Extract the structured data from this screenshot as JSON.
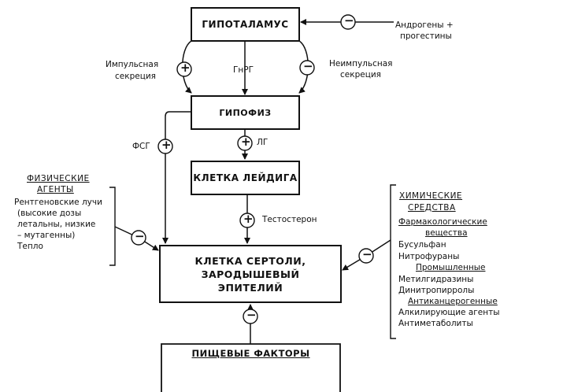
{
  "nodes": {
    "hypothalamus": "ГИПОТАЛАМУС",
    "pituitary": "ГИПОФИЗ",
    "leydig": "КЛЕТКА ЛЕЙДИГА",
    "sertoli_line1": "КЛЕТКА СЕРТОЛИ,",
    "sertoli_line2": "ЗАРОДЫШЕВЫЙ",
    "sertoli_line3": "ЭПИТЕЛИЙ",
    "food": "ПИЩЕВЫЕ ФАКТОРЫ"
  },
  "labels": {
    "androgens_line1": "Андрогены +",
    "androgens_line2": "прогестины",
    "pulsatile_line1": "Импульсная",
    "pulsatile_line2": "секреция",
    "gnrh": "ГнРГ",
    "nonpulsatile_line1": "Неимпульсная",
    "nonpulsatile_line2": "секреция",
    "fsh": "ФСГ",
    "lh": "ЛГ",
    "testosterone": "Тестостерон"
  },
  "physical": {
    "title_line1": "ФИЗИЧЕСКИЕ",
    "title_line2": "АГЕНТЫ",
    "lines": [
      "Рентгеновские лучи",
      "(высокие дозы",
      "летальны, низкие",
      "– мутагенны)",
      "Тепло"
    ]
  },
  "chemical": {
    "title_line1": "ХИМИЧЕСКИЕ",
    "title_line2": "СРЕДСТВА",
    "pharma_line1": "Фармакологические",
    "pharma_line2": "вещества",
    "pharma_items": [
      "Бусульфан",
      "Нитрофураны"
    ],
    "industrial": "Промышленные",
    "industrial_items": [
      "Метилгидразины",
      "Динитропирролы"
    ],
    "anticancer": "Антиканцерогенные",
    "anticancer_items": [
      "Алкилирующие агенты",
      "Антиметаболиты"
    ]
  },
  "signs": {
    "plus": "+",
    "minus": "−"
  }
}
